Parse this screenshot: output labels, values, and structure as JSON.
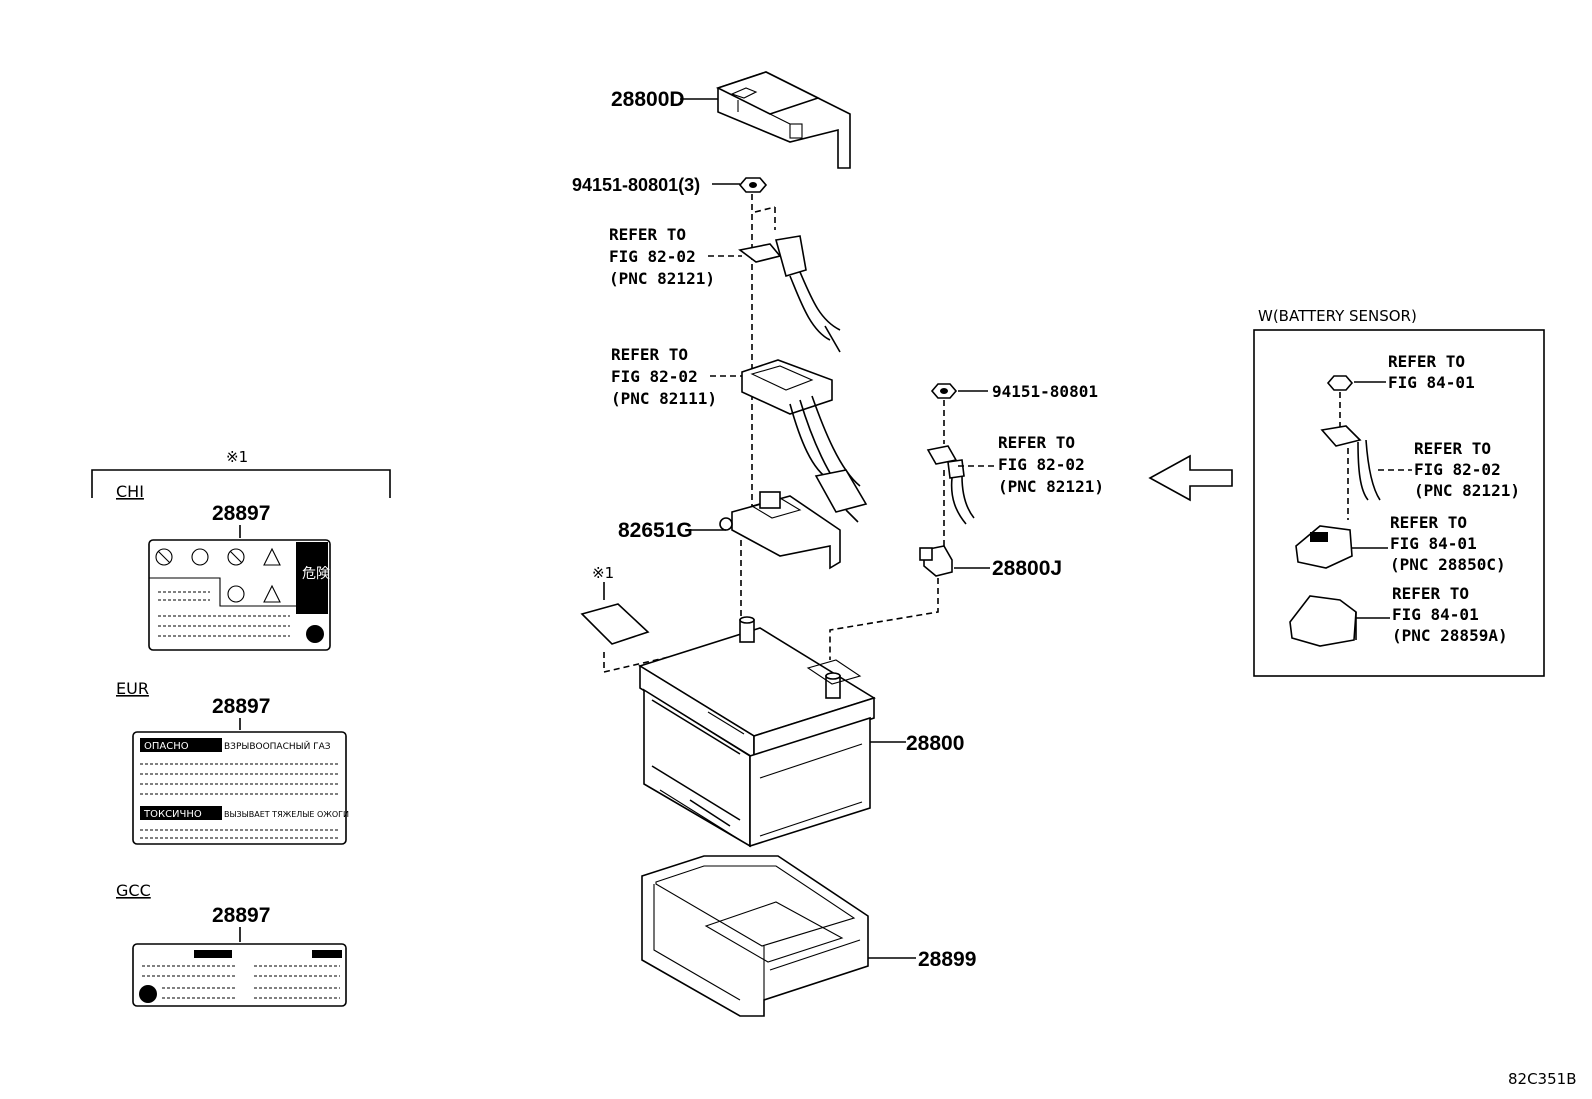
{
  "parts": {
    "cover": "28800D",
    "nut_top": "94151-80801(3)",
    "ref1": [
      "REFER TO",
      "FIG 82-02",
      "(PNC 82121)"
    ],
    "ref2": [
      "REFER TO",
      "FIG 82-02",
      "(PNC 82111)"
    ],
    "clamp": "82651G",
    "nut_right": "94151-80801",
    "ref3": [
      "REFER TO",
      "FIG 82-02",
      "(PNC 82121)"
    ],
    "terminal": "28800J",
    "battery": "28800",
    "tray": "28899",
    "note_mark": "※1"
  },
  "labels_panel": {
    "mark": "※1",
    "chi": {
      "region": "CHI",
      "part": "28897",
      "kanji": "危険"
    },
    "eur": {
      "region": "EUR",
      "part": "28897",
      "warn1": "ОПАСНО",
      "text1": "ВЗРЫВООПАСНЫЙ ГАЗ",
      "warn2": "ТОКСИЧНО",
      "text2": "ВЫЗЫВАЕТ ТЯЖЕЛЫЕ ОЖОГИ"
    },
    "gcc": {
      "region": "GCC",
      "part": "28897"
    }
  },
  "sensor_box": {
    "title": "W(BATTERY SENSOR)",
    "ref_a": [
      "REFER TO",
      "FIG 84-01"
    ],
    "ref_b": [
      "REFER TO",
      "FIG 82-02",
      "(PNC 82121)"
    ],
    "ref_c": [
      "REFER TO",
      "FIG 84-01",
      "(PNC 28850C)"
    ],
    "ref_d": [
      "REFER TO",
      "FIG 84-01",
      "(PNC 28859A)"
    ]
  },
  "figure_code": "82C351B"
}
